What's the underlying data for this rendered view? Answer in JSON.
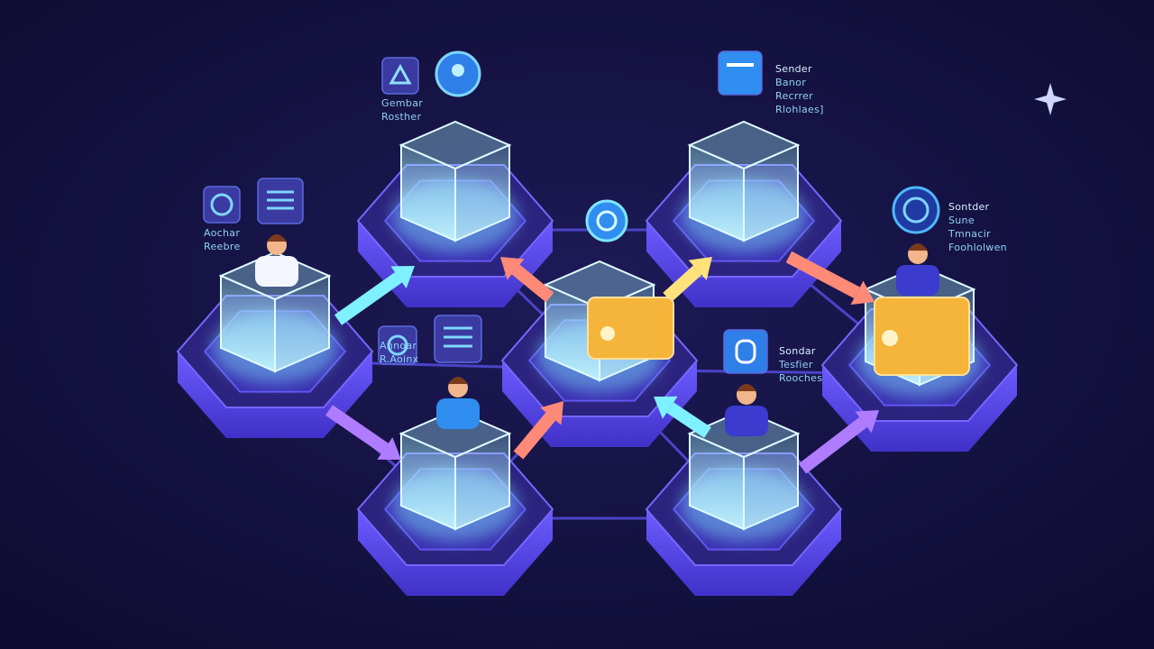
{
  "colors": {
    "background": "#120f3a",
    "hex_top": "#3b2fb8",
    "hex_side": "#5a4be6",
    "cube_glow": "#7fe6ff",
    "folder": "#f5b53a",
    "arrow_cyan": "#7ff0ff",
    "arrow_salmon": "#ff8a78",
    "arrow_yellow": "#ffe27a",
    "arrow_purple": "#b07cff"
  },
  "labels": {
    "top_left": [
      "Gembar",
      "Rosther"
    ],
    "top_right": [
      "Sender",
      "Banor",
      "Recrrer",
      "Rlohlaes]"
    ],
    "right": [
      "Sontder",
      "Sune",
      "Tmnacir",
      "Foohlolwen"
    ],
    "left": [
      "Aochar",
      "Reebre"
    ],
    "mid_left": [
      "Annoar",
      "R.Aoinx"
    ],
    "mid_right": [
      "Sondar",
      "Tesfier",
      "Rooches"
    ]
  },
  "icons": [
    "triangle-icon",
    "user-chat-icon",
    "card-icon",
    "circle-icon",
    "list-icon",
    "target-icon",
    "shield-icon",
    "location-pin-icon",
    "sparkle-icon",
    "folder-icon",
    "person-icon"
  ]
}
